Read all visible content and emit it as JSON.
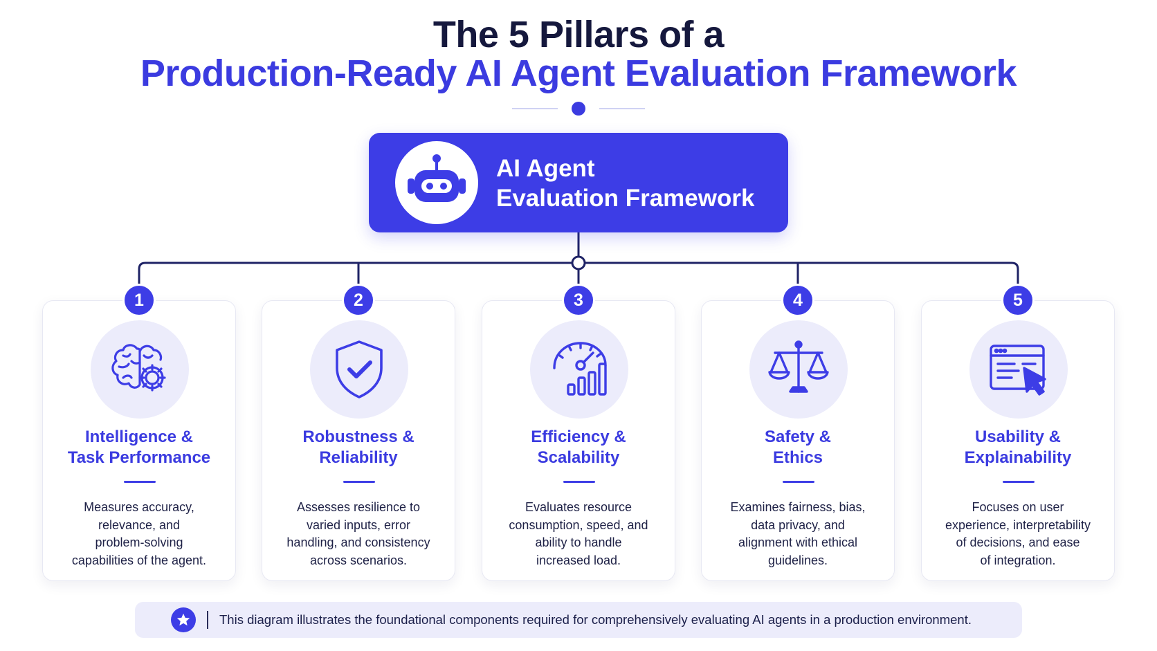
{
  "title": {
    "line1": "The 5 Pillars of a",
    "line2": "Production-Ready AI Agent Evaluation Framework"
  },
  "hero": {
    "title_line1": "AI Agent",
    "title_line2": "Evaluation Framework",
    "icon": "robot-icon"
  },
  "pillars": [
    {
      "number": "1",
      "icon": "brain-gear-icon",
      "title_line1": "Intelligence &",
      "title_line2": "Task Performance",
      "desc_lines": [
        "Measures accuracy,",
        "relevance, and",
        "problem-solving",
        "capabilities of the agent."
      ]
    },
    {
      "number": "2",
      "icon": "shield-check-icon",
      "title_line1": "Robustness &",
      "title_line2": "Reliability",
      "desc_lines": [
        "Assesses resilience to",
        "varied inputs, error",
        "handling, and consistency",
        "across scenarios."
      ]
    },
    {
      "number": "3",
      "icon": "speedometer-bars-icon",
      "title_line1": "Efficiency &",
      "title_line2": "Scalability",
      "desc_lines": [
        "Evaluates resource",
        "consumption, speed, and",
        "ability to handle",
        "increased load."
      ]
    },
    {
      "number": "4",
      "icon": "scales-icon",
      "title_line1": "Safety &",
      "title_line2": "Ethics",
      "desc_lines": [
        "Examines fairness, bias,",
        "data privacy, and",
        "alignment with ethical",
        "guidelines."
      ]
    },
    {
      "number": "5",
      "icon": "browser-cursor-icon",
      "title_line1": "Usability &",
      "title_line2": "Explainability",
      "desc_lines": [
        "Focuses on user",
        "experience, interpretability",
        "of decisions, and ease",
        "of integration."
      ]
    }
  ],
  "footer": {
    "icon": "star-icon",
    "text": "This diagram illustrates the foundational components required for comprehensively evaluating AI agents in a production environment."
  },
  "colors": {
    "accent": "#3d3de6",
    "title_dark": "#15183d",
    "icon_bg": "#ececfb"
  }
}
